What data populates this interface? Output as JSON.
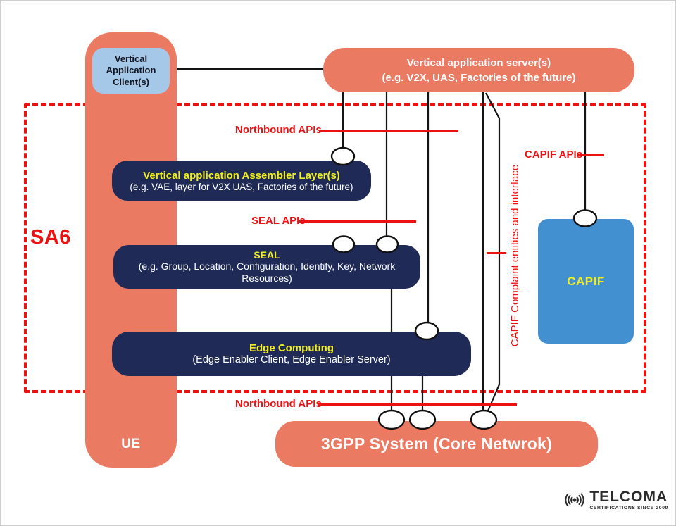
{
  "region": {
    "label": "SA6"
  },
  "nodes": {
    "client": {
      "label": "Vertical Application Client(s)"
    },
    "server": {
      "title": "Vertical application server(s)",
      "subtitle": "(e.g. V2X, UAS, Factories of the future)"
    },
    "assembler": {
      "title": "Vertical application Assembler Layer(s)",
      "subtitle": "(e.g. VAE, layer for V2X UAS, Factories of the future)"
    },
    "seal": {
      "title": "SEAL",
      "subtitle": "(e.g. Group, Location, Configuration, Identify, Key, Network Resources)"
    },
    "edge": {
      "title": "Edge Computing",
      "subtitle": "(Edge Enabler Client, Edge Enabler Server)"
    },
    "capif": {
      "label": "CAPIF"
    },
    "ue": {
      "label": "UE"
    },
    "core_network": {
      "label": "3GPP System (Core Netwrok)"
    }
  },
  "api_labels": {
    "northbound_top": "Northbound APIs",
    "seal": "SEAL APIs",
    "capif": "CAPIF APIs",
    "northbound_bottom": "Northbound APIs",
    "capif_vertical": "CAPIF Complaint entities and interface"
  },
  "logo": {
    "name": "TELCOMA",
    "tagline": "CERTIFICATIONS SINCE 2009"
  },
  "colors": {
    "orange": "#EB7A62",
    "navy": "#1F2B56",
    "capif_blue": "#4290D0",
    "client_blue": "#A5C8E9",
    "red": "#EC1212",
    "yellow": "#F0EE1E"
  }
}
